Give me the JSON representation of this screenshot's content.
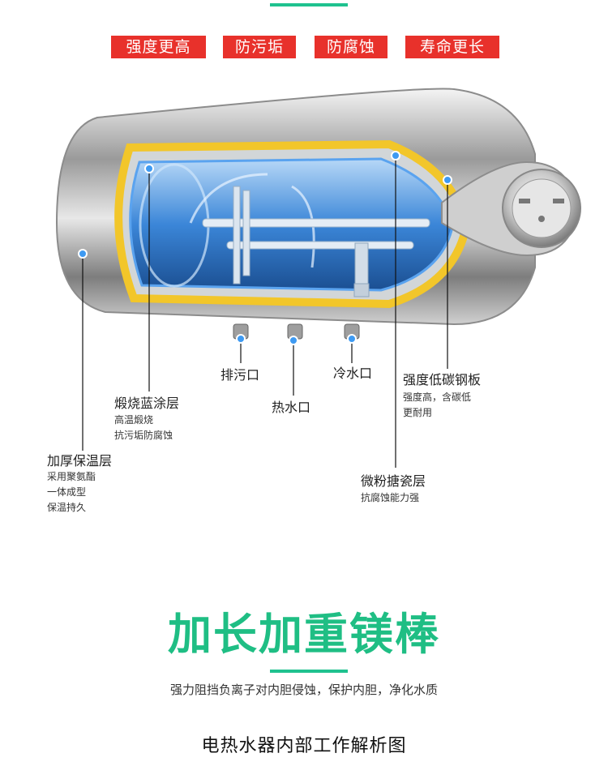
{
  "badges": [
    "强度更高",
    "防污垢",
    "防腐蚀",
    "寿命更长"
  ],
  "callouts": {
    "drain": "排污口",
    "cold_water": "冷水口",
    "hot_water": "热水口",
    "blue_coating": {
      "title": "煅烧蓝涂层",
      "lines": [
        "高温煅烧",
        "抗污垢防腐蚀"
      ]
    },
    "insulation": {
      "title": "加厚保温层",
      "lines": [
        "采用聚氨酯",
        "一体成型",
        "保温持久"
      ]
    },
    "steel_plate": {
      "title": "强度低碳钢板",
      "lines": [
        "强度高，含碳低",
        "更耐用"
      ]
    },
    "enamel": {
      "title": "微粉搪瓷层",
      "lines": [
        "抗腐蚀能力强"
      ]
    }
  },
  "headline": "加长加重镁棒",
  "description": "强力阻挡负离子对内胆侵蚀，保护内胆，净化水质",
  "caption": "电热水器内部工作解析图",
  "colors": {
    "accent_green": "#1fbe84",
    "badge_red": "#e8312b",
    "coating_blue": "#2a7fd6",
    "enamel_yellow": "#f3cf2c"
  }
}
